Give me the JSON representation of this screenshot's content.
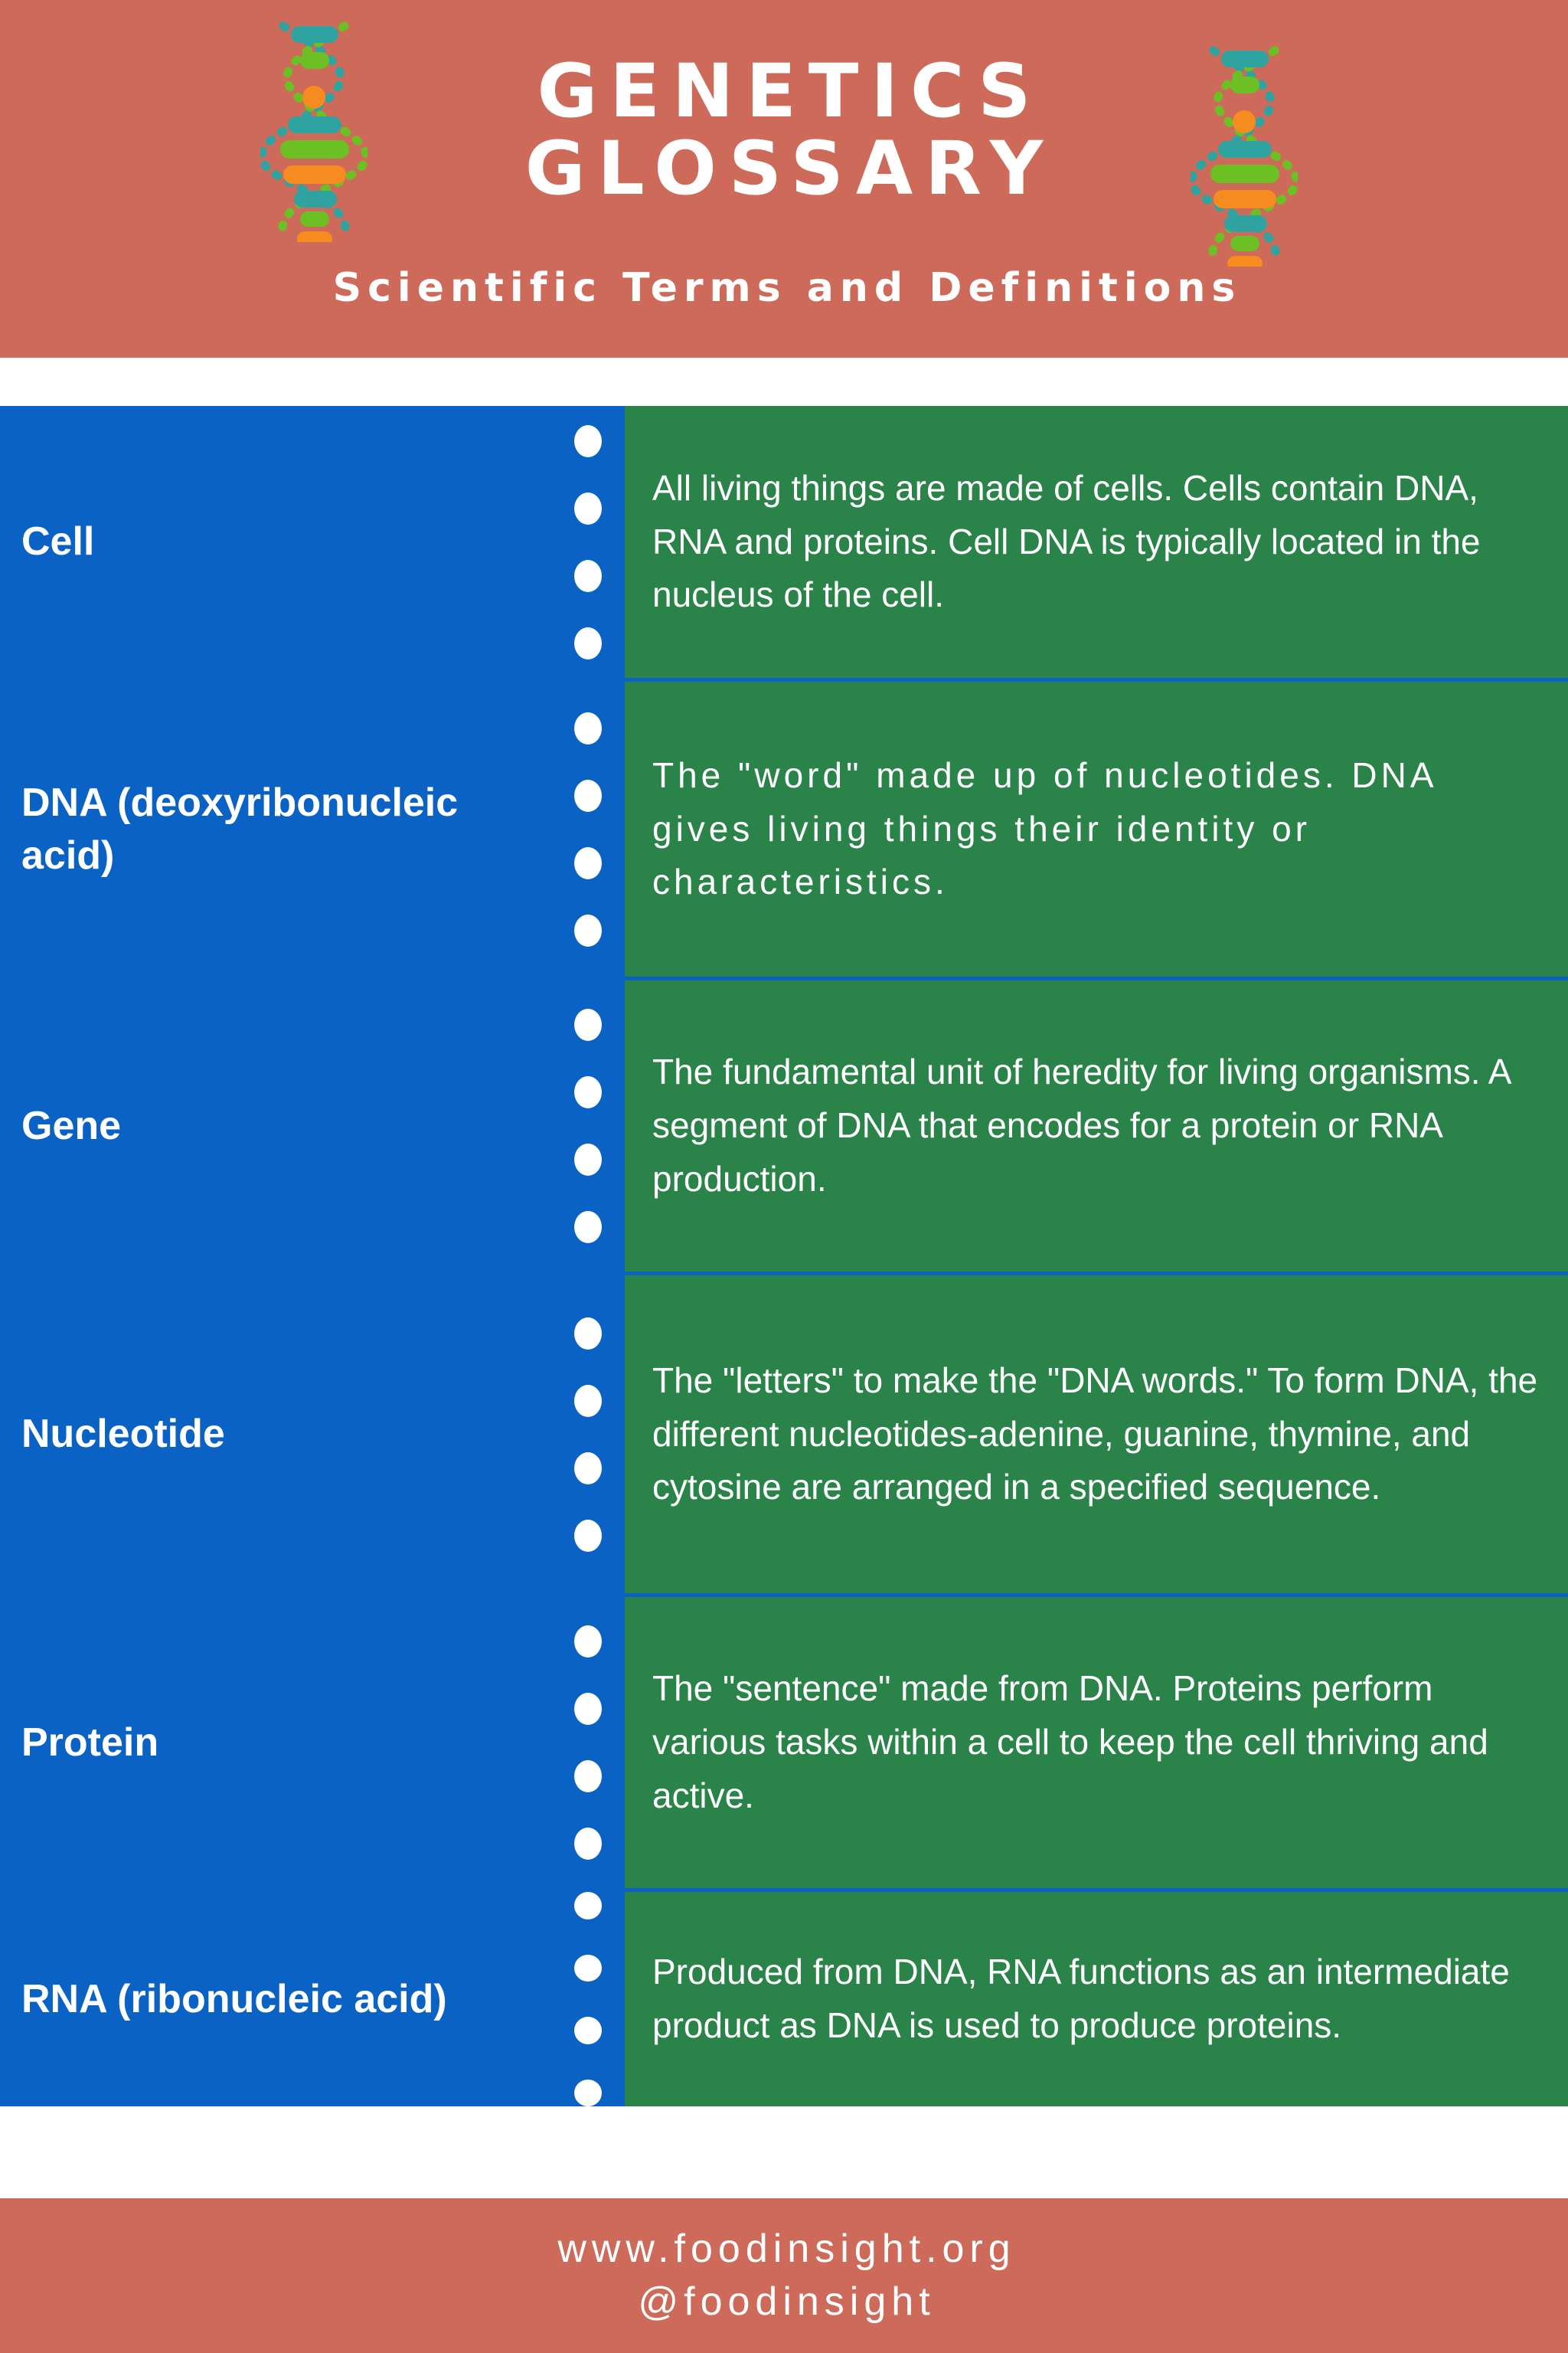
{
  "header": {
    "title_line1": "GENETICS",
    "title_line2": "GLOSSARY",
    "subtitle": "Scientific Terms and Definitions",
    "bg_color": "#cd6a5a",
    "text_color": "#ffffff",
    "decoration_icon": "dna-helix-icon"
  },
  "palette": {
    "salmon": "#cd6a5a",
    "blue": "#0a62c4",
    "green": "#2a8348",
    "white": "#ffffff",
    "helix_teal": "#2fa3a0",
    "helix_green": "#6cc024",
    "helix_orange": "#f68b1f"
  },
  "glossary": {
    "entries": [
      {
        "term": "Cell",
        "definition": "All living things are made of cells. Cells contain DNA, RNA and proteins. Cell DNA is typically located in the nucleus of the cell.",
        "bullet_count": 4,
        "letter_spacing": "normal"
      },
      {
        "term": "DNA (deoxyribonucleic acid)",
        "definition": "The \"word\" made up of nucleotides. DNA gives living things their identity or characteristics.",
        "bullet_count": 4,
        "letter_spacing": "wide"
      },
      {
        "term": "Gene",
        "definition": "The fundamental unit of heredity for living organisms. A segment of DNA that encodes for a protein or RNA production.",
        "bullet_count": 4,
        "letter_spacing": "normal"
      },
      {
        "term": "Nucleotide",
        "definition": "The \"letters\" to make the \"DNA words.\" To form DNA, the different nucleotides-adenine, guanine, thymine, and cytosine are arranged in a specified sequence.",
        "bullet_count": 4,
        "letter_spacing": "normal"
      },
      {
        "term": "Protein",
        "definition": "The \"sentence\" made from DNA. Proteins perform various tasks within a cell to keep the cell thriving and active.",
        "bullet_count": 4,
        "letter_spacing": "normal"
      },
      {
        "term": "RNA (ribonucleic acid)",
        "definition": "Produced from DNA, RNA functions as an intermediate product as DNA is used to produce proteins.",
        "bullet_count": 4,
        "letter_spacing": "normal"
      }
    ]
  },
  "footer": {
    "website": "www.foodinsight.org",
    "handle": "@foodinsight",
    "bg_color": "#cd6a5a"
  }
}
